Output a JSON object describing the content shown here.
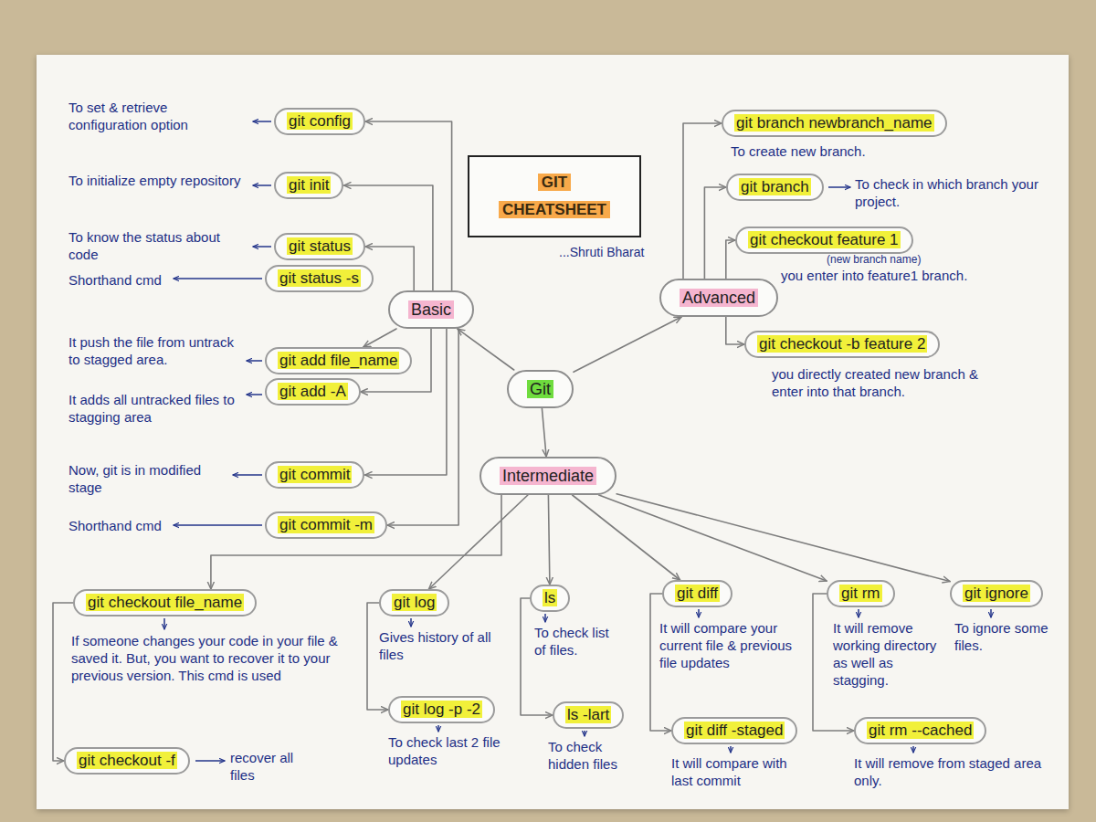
{
  "diagram": {
    "title": "GIT CHEATSHEET",
    "nodes": [
      {
        "text": [
          "Git"
        ]
      },
      {
        "text": [
          "Basic"
        ]
      },
      {
        "text": [
          "git config"
        ]
      },
      {
        "text": [
          "git init"
        ]
      },
      {
        "text": [
          "git status"
        ]
      },
      {
        "text": [
          "git status -s"
        ]
      },
      {
        "text": [
          "git add file_name"
        ]
      },
      {
        "text": [
          "git add -A"
        ]
      },
      {
        "text": [
          "git commit"
        ]
      },
      {
        "text": [
          "git commit -m"
        ]
      },
      {
        "text": [
          "Advanced"
        ]
      },
      {
        "text": [
          "git branch newbranch_name"
        ]
      },
      {
        "text": [
          "git branch"
        ]
      },
      {
        "text": [
          "git checkout feature 1"
        ]
      },
      {
        "text": [
          "git checkout -b feature 2"
        ]
      },
      {
        "text": [
          "Intermediate"
        ]
      },
      {
        "text": [
          "git checkout file_name"
        ]
      },
      {
        "text": [
          "git checkout -f"
        ]
      },
      {
        "text": [
          "git log"
        ]
      },
      {
        "text": [
          "git log -p -2"
        ]
      },
      {
        "text": [
          "ls"
        ]
      },
      {
        "text": [
          "ls -lart"
        ]
      },
      {
        "text": [
          "git diff"
        ]
      },
      {
        "text": [
          "git diff -staged"
        ]
      },
      {
        "text": [
          "git rm"
        ]
      },
      {
        "text": [
          "git rm --cached"
        ]
      },
      {
        "text": [
          "git ignore"
        ]
      }
    ],
    "edges": [
      {
        "from": 0,
        "to": 1,
        "arrow": "to"
      },
      {
        "from": 0,
        "to": 10,
        "arrow": "to"
      },
      {
        "from": 0,
        "to": 15,
        "arrow": "to"
      },
      {
        "from": 1,
        "to": 2,
        "arrow": "to"
      },
      {
        "from": 1,
        "to": 3,
        "arrow": "to"
      },
      {
        "from": 1,
        "to": 4,
        "arrow": "to"
      },
      {
        "from": 1,
        "to": 6,
        "arrow": "to"
      },
      {
        "from": 1,
        "to": 7,
        "arrow": "to"
      },
      {
        "from": 1,
        "to": 8,
        "arrow": "to"
      },
      {
        "from": 1,
        "to": 9,
        "arrow": "to"
      },
      {
        "from": 10,
        "to": 11,
        "arrow": "to"
      },
      {
        "from": 10,
        "to": 12,
        "arrow": "to"
      },
      {
        "from": 10,
        "to": 13,
        "arrow": "to"
      },
      {
        "from": 10,
        "to": 14,
        "arrow": "to"
      },
      {
        "from": 15,
        "to": 16,
        "arrow": "to"
      },
      {
        "from": 15,
        "to": 18,
        "arrow": "to"
      },
      {
        "from": 15,
        "to": 20,
        "arrow": "to"
      },
      {
        "from": 15,
        "to": 22,
        "arrow": "to"
      },
      {
        "from": 15,
        "to": 24,
        "arrow": "to"
      },
      {
        "from": 15,
        "to": 26,
        "arrow": "to"
      },
      {
        "from": 16,
        "to": 17,
        "arrow": "to"
      },
      {
        "from": 18,
        "to": 19,
        "arrow": "to"
      },
      {
        "from": 20,
        "to": 21,
        "arrow": "to"
      },
      {
        "from": 22,
        "to": 23,
        "arrow": "to"
      },
      {
        "from": 24,
        "to": 25,
        "arrow": "to"
      }
    ],
    "labels": [
      "To set & retrieve configuration option",
      "To initialize empty repository",
      "To know the status about code",
      "Shorthand cmd",
      "It push the file from untrack to stagged area.",
      "It adds all untracked files to stagging area",
      "Now, git is in modified stage",
      "Shorthand cmd",
      "...Shruti Bharat",
      "To create new branch.",
      "To check in which branch your project.",
      "(new branch name)",
      "you enter into feature1 branch.",
      "you directly created new branch & enter into that branch.",
      "If someone changes your code in your file & saved it. But, you want to recover it to your previous version. This cmd is used",
      "recover all files",
      "Gives history of all files",
      "To check last 2 file updates",
      "To check list of files.",
      "To check hidden files",
      "It will compare your current file & previous file updates",
      "It will compare with last commit",
      "It will remove working directory as well as stagging.",
      "It will remove from staged area only.",
      "To ignore some files."
    ]
  }
}
